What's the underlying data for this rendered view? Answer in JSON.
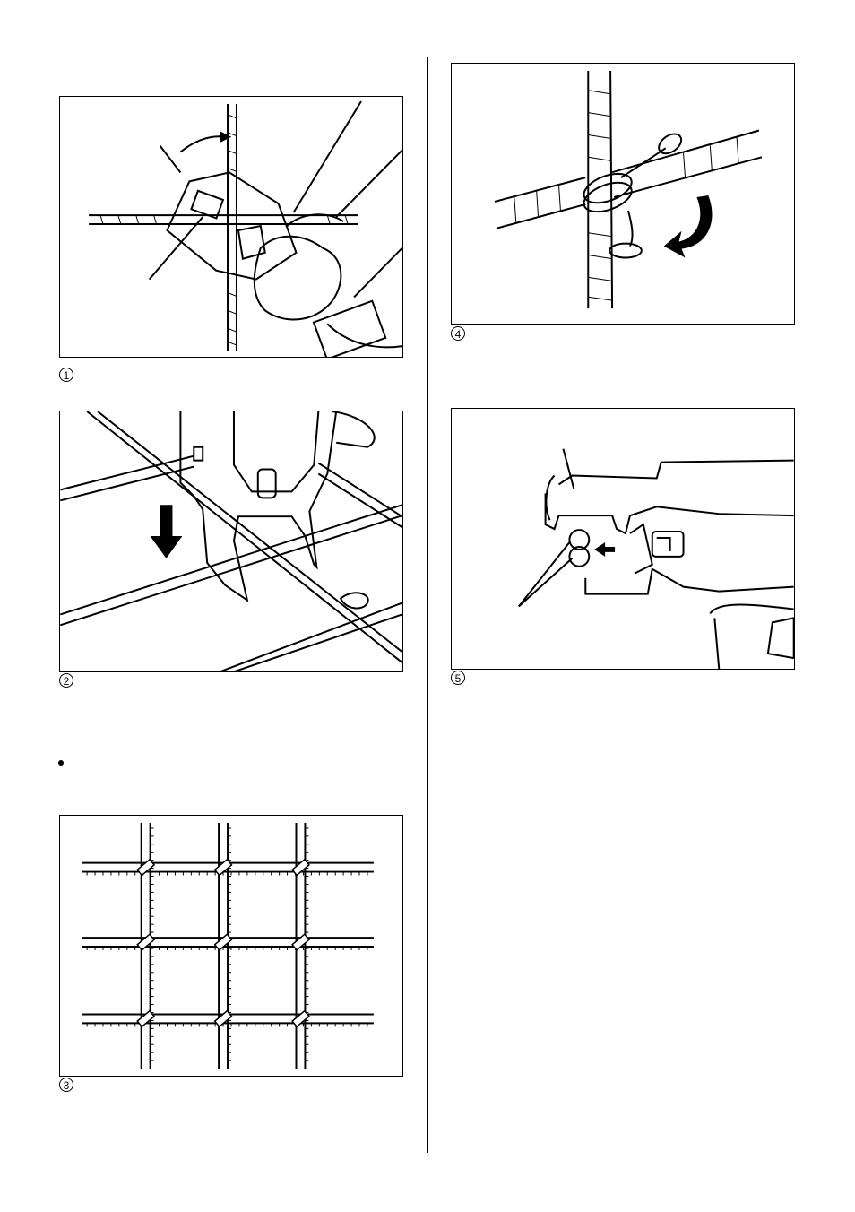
{
  "figures": [
    {
      "id": "fig1",
      "number": "1"
    },
    {
      "id": "fig2",
      "number": "2"
    },
    {
      "id": "fig3",
      "number": "3"
    },
    {
      "id": "fig4",
      "number": "4"
    },
    {
      "id": "fig5",
      "number": "5"
    }
  ]
}
